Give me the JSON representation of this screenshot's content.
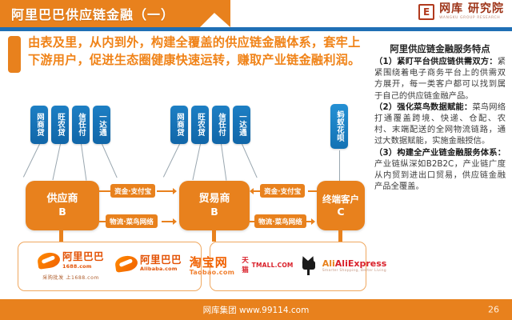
{
  "slide": {
    "title": "阿里巴巴供应链金融（一）",
    "brand": {
      "mark": "logo-mark",
      "cn": "网库 研究院",
      "en": "WANGKU GROUP RESEARCH"
    },
    "headline": "由表及里，从内到外，构建全覆盖的供应链金融体系，套牢上下游用户，促进生态圈健康快速运转，赚取产业链金融利润。",
    "footer": {
      "text": "网库集团 www.99114.com",
      "page": "26"
    }
  },
  "sidepanel": {
    "title": "阿里供应链金融服务特点",
    "paragraphs": [
      {
        "lead": "（1）紧盯平台供应链供需双方：",
        "body": "紧紧围绕着电子商务平台上的供需双方展开，每一类客户都可以找到属于自己的供应链金融产品。"
      },
      {
        "lead": "（2）强化菜鸟数据赋能：",
        "body": "菜鸟网络打通覆盖跨境、快递、仓配、农村、末端配送的全网物流链路，通过大数据赋能，实施金融授信。"
      },
      {
        "lead": "（3）构建全产业链金融服务体系：",
        "body": "产业链纵深如B2B2C，产业链广度从内贸到进出口贸易，供应链金融产品全覆盖。"
      }
    ]
  },
  "diagram": {
    "chip_group_left": [
      "网商贷",
      "旺农贷",
      "信任付",
      "一达通"
    ],
    "chip_group_mid": [
      "网商贷",
      "旺农贷",
      "信任付",
      "一达通"
    ],
    "chip_right": "蚂蚁花呗",
    "nodes": [
      {
        "name": "供应商",
        "sub": "B"
      },
      {
        "name": "贸易商",
        "sub": "B"
      },
      {
        "name": "终端客户",
        "sub": "C"
      }
    ],
    "flows": [
      {
        "label": "资金·支付宝",
        "direction": "right"
      },
      {
        "label": "物流·菜鸟网络",
        "direction": "right"
      },
      {
        "label": "资金·支付宝",
        "direction": "left"
      },
      {
        "label": "物流·菜鸟网络",
        "direction": "right"
      }
    ]
  },
  "logos": {
    "left_panel": [
      {
        "cn": "阿里巴巴",
        "en": "1688.com",
        "tagline": "采购批发 上1688.com"
      },
      {
        "cn": "阿里巴巴",
        "en": "Alibaba.com",
        "tagline": ""
      }
    ],
    "right_panel": [
      {
        "cn": "淘宝网",
        "en": "Taobao.com"
      },
      {
        "cn": "天猫",
        "en": "TMALL.COM"
      },
      {
        "cn": "",
        "en": "AliExpress",
        "sub": "Smarter Shopping, Better Living"
      }
    ]
  },
  "colors": {
    "orange": "#e8811d",
    "blue": "#1d7fc4",
    "rule": "#1f6fb5",
    "headline": "#f08318"
  }
}
